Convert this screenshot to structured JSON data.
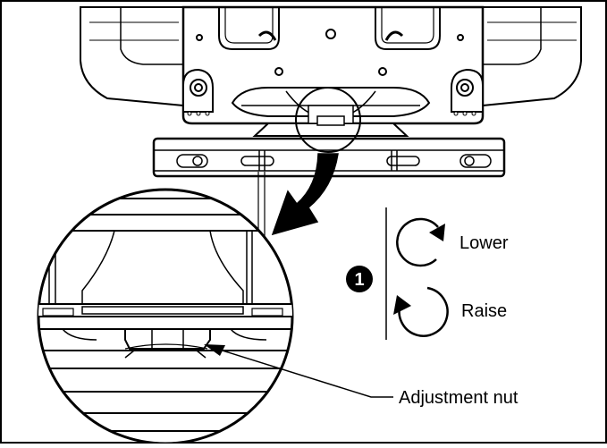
{
  "figure": {
    "step_number": "1",
    "direction_labels": {
      "lower": "Lower",
      "raise": "Raise"
    },
    "callout_label": "Adjustment nut",
    "colors": {
      "ink": "#000000",
      "paper": "#ffffff",
      "highlight": "#d8d8d8"
    }
  }
}
